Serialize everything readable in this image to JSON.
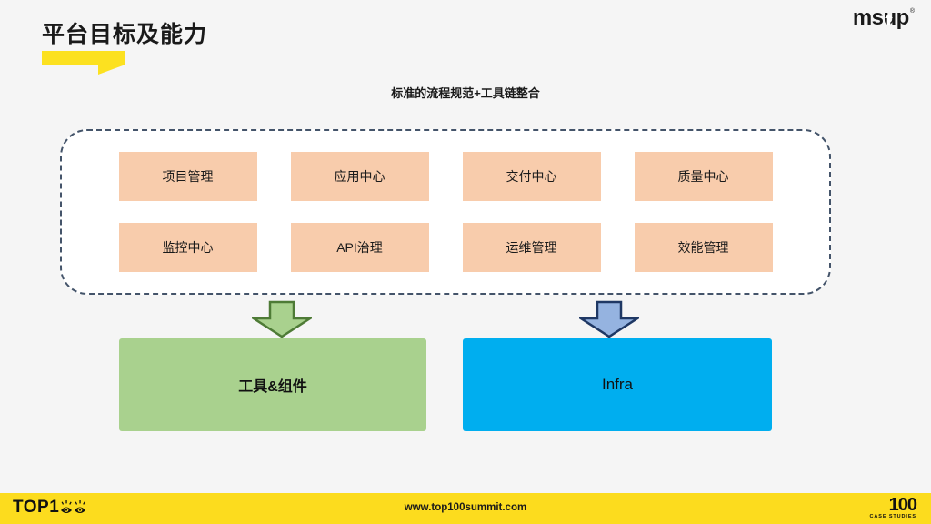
{
  "header": {
    "title": "平台目标及能力",
    "logo": {
      "text": "msup",
      "trademark": "®",
      "arrow_icon": "up-arrow-icon"
    }
  },
  "diagram": {
    "subtitle": "标准的流程规范+工具链整合",
    "capabilities": [
      {
        "label": "项目管理"
      },
      {
        "label": "应用中心"
      },
      {
        "label": "交付中心"
      },
      {
        "label": "质量中心"
      },
      {
        "label": "监控中心"
      },
      {
        "label": "API治理"
      },
      {
        "label": "运维管理"
      },
      {
        "label": "效能管理"
      }
    ],
    "arrows": [
      {
        "name": "arrow-down-tools",
        "icon": "arrow-down-icon",
        "fill": "#A9D18E",
        "stroke": "#4E7B36"
      },
      {
        "name": "arrow-down-infra",
        "icon": "arrow-down-icon",
        "fill": "#95B3E0",
        "stroke": "#1F3864"
      }
    ],
    "platform_boxes": [
      {
        "label": "工具&组件",
        "color": "#A9D18E"
      },
      {
        "label": "Infra",
        "color": "#00AEEF"
      }
    ]
  },
  "footer": {
    "brand_text": "TOP1",
    "eyes_icon": "eyes-icon",
    "url": "www.top100summit.com",
    "badge_number": "100",
    "badge_caption": "CASE STUDIES"
  },
  "colors": {
    "background": "#F5F5F5",
    "accent_yellow": "#FCE120",
    "footer_yellow": "#FCDC1E",
    "capability_box": "#F8CCAC",
    "dashed_border": "#44546A",
    "green": "#A9D18E",
    "blue": "#00AEEF"
  }
}
